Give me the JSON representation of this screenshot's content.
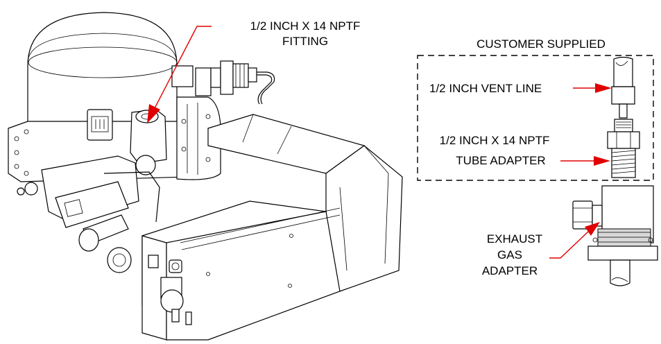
{
  "labels": {
    "fitting_line1": "1/2 INCH X 14 NPTF",
    "fitting_line2": "FITTING",
    "customer_supplied": "CUSTOMER SUPPLIED",
    "vent_line": "1/2 INCH VENT LINE",
    "tube_adapter_line1": "1/2 INCH X 14 NPTF",
    "tube_adapter_line2": "TUBE ADAPTER",
    "exhaust_line1": "EXHAUST",
    "exhaust_line2": "GAS",
    "exhaust_line3": "ADAPTER"
  },
  "colors": {
    "pointer": "#e00000",
    "ink": "#000000",
    "background": "#ffffff"
  }
}
